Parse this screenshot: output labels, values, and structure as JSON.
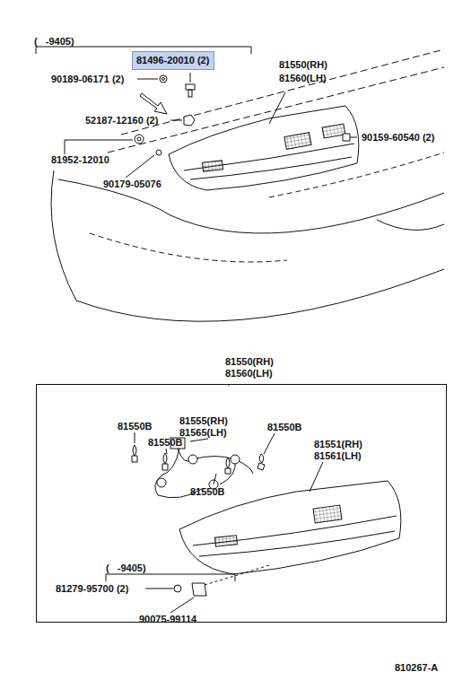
{
  "diagram": {
    "nodes": [
      {
        "text": [
          "81496-20010 (2)"
        ]
      },
      {
        "text": [
          "81550(RH) 81560(LH)"
        ]
      }
    ],
    "labels": [
      "(   -9405)",
      "90189-06171 (2)",
      "81550(RH)",
      "81560(LH)",
      "52187-12160 (2)",
      "90159-60540 (2)",
      "81952-12010",
      "90179-05076",
      "81555(RH)",
      "81565(LH)",
      "81550B",
      "81550B",
      "81550B",
      "81550B",
      "81551(RH)",
      "81561(LH)",
      "(   -9405)",
      "81279-95700 (2)",
      "90075-99114",
      "810267-A"
    ]
  }
}
